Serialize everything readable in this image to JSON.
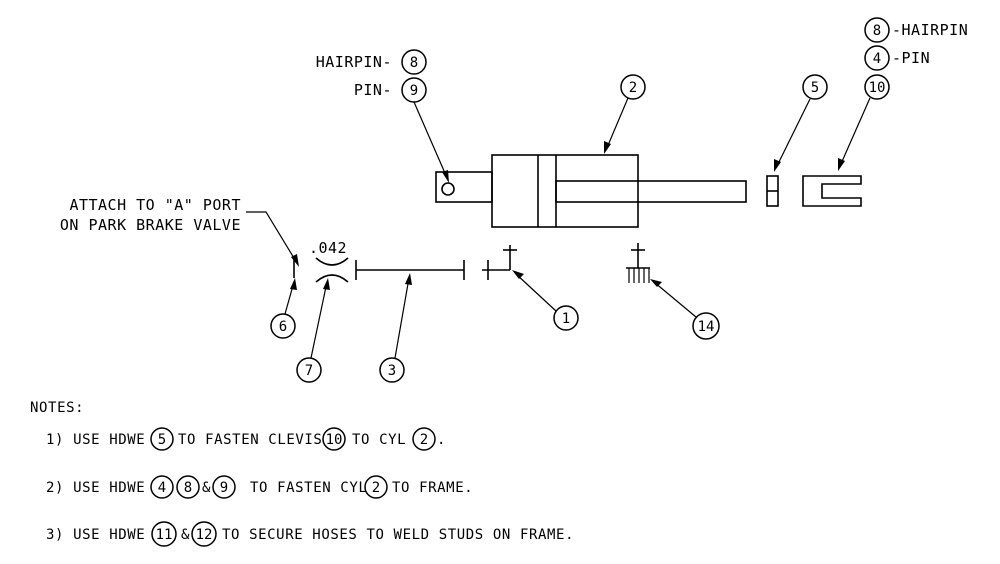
{
  "callouts": {
    "hairpin_left": "HAIRPIN-",
    "pin_left": "PIN-",
    "hairpin_right": "-HAIRPIN",
    "pin_right": "-PIN",
    "attach_line1": "ATTACH TO \"A\" PORT",
    "attach_line2": "ON PARK BRAKE VALVE",
    "orifice_size": ".042"
  },
  "bubbles": {
    "b8_left": "8",
    "b9_left": "9",
    "b2_top": "2",
    "b5_top": "5",
    "b8_right": "8",
    "b4_right": "4",
    "b10_right": "10",
    "b6": "6",
    "b7": "7",
    "b3": "3",
    "b1": "1",
    "b14": "14"
  },
  "notes": {
    "heading": "NOTES:",
    "note1": {
      "p1": "1) USE HDWE",
      "n1": "5",
      "p2": "TO FASTEN CLEVIS",
      "n2": "10",
      "p3": "TO CYL",
      "n3": "2",
      "p4": "."
    },
    "note2": {
      "p1": "2) USE HDWE",
      "n1": "4",
      "n2": "8",
      "amp": "&",
      "n3": "9",
      "p2": "TO FASTEN CYL",
      "n4": "2",
      "p3": "TO FRAME."
    },
    "note3": {
      "p1": "3) USE HDWE",
      "n1": "11",
      "amp": "&",
      "n2": "12",
      "p2": "TO SECURE HOSES TO WELD STUDS ON FRAME."
    }
  }
}
